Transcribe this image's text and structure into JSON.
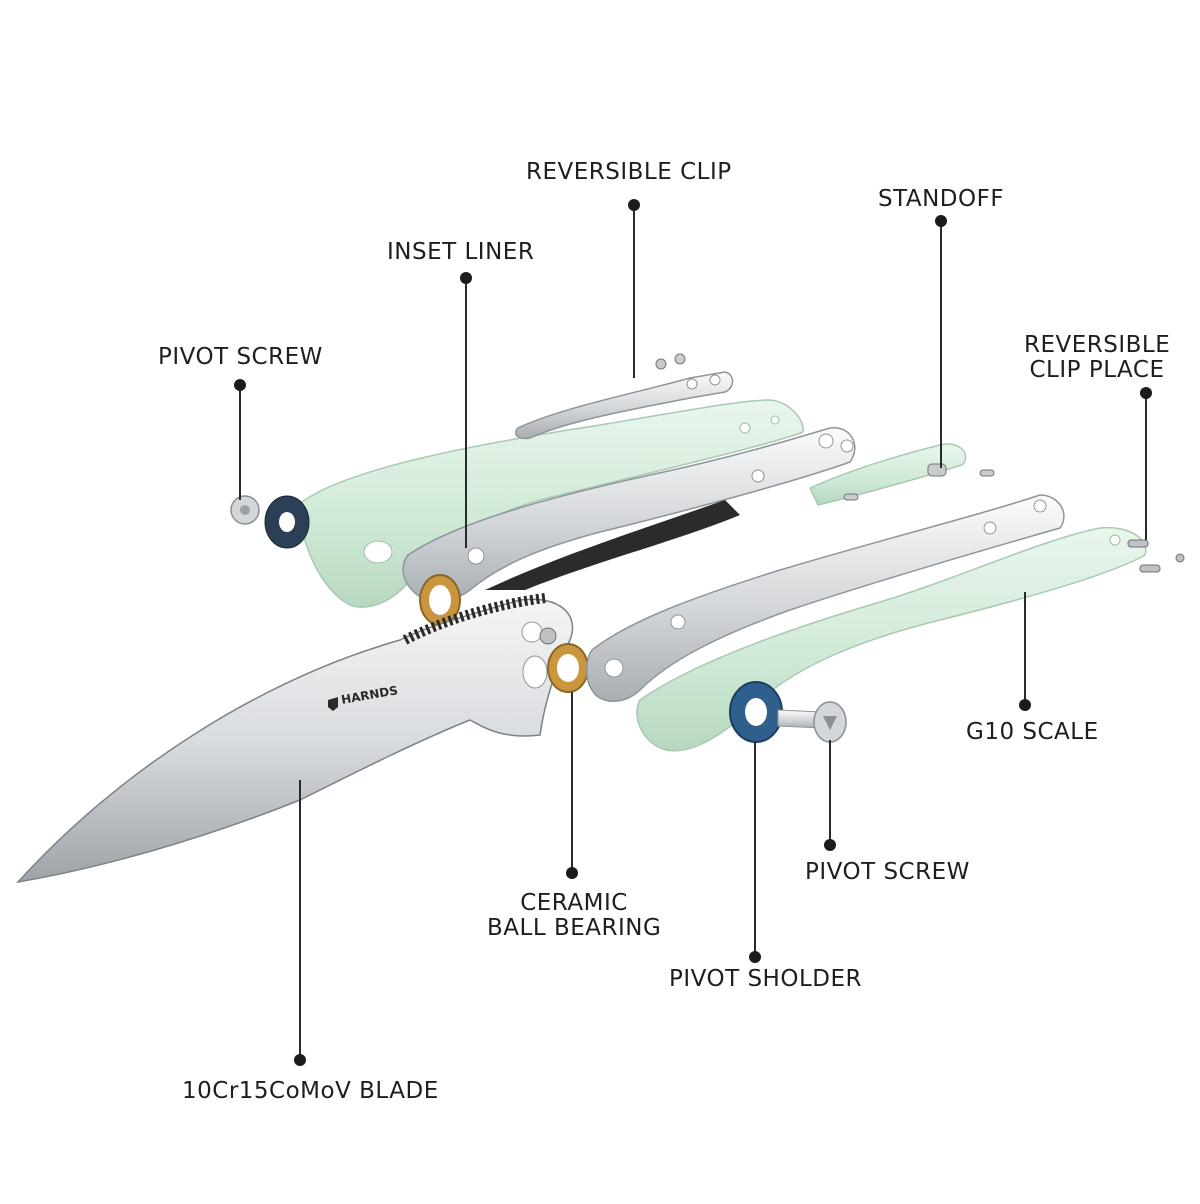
{
  "brand": "HARNDS",
  "labels": {
    "reversible_clip": "REVERSIBLE CLIP",
    "standoff": "STANDOFF",
    "inset_liner": "INSET LINER",
    "pivot_screw_left": "PIVOT SCREW",
    "reversible_clip_place_line1": "REVERSIBLE",
    "reversible_clip_place_line2": "CLIP PLACE",
    "g10_scale": "G10 SCALE",
    "pivot_screw_right": "PIVOT SCREW",
    "ceramic_ball_bearing_line1": "CERAMIC",
    "ceramic_ball_bearing_line2": "BALL BEARING",
    "pivot_sholder": "PIVOT SHOLDER",
    "blade": "10Cr15CoMoV BLADE"
  },
  "colors": {
    "g10_scale": "#d6eedc",
    "steel": "#c9cccf",
    "bearing": "#c9963f",
    "pivot_washer": "#2f5f8c",
    "text": "#1e1e1e"
  }
}
